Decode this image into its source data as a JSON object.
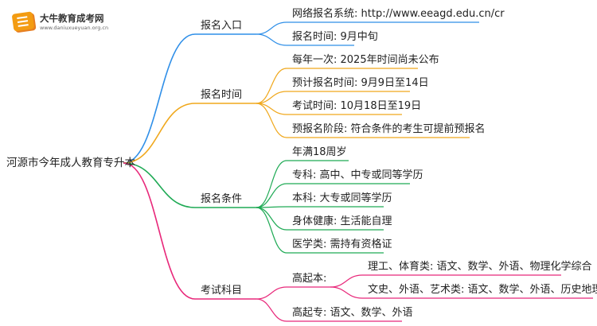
{
  "logo": {
    "name": "大牛教育成考网",
    "url": "www.daniuxueyuan.org.cn"
  },
  "root": "河源市今年成人教育专升本",
  "branches": [
    {
      "label": "报名入口",
      "color": "#2f8fe8",
      "items": [
        {
          "text": "网络报名系统: http://www.eeagd.edu.cn/cr"
        },
        {
          "text": "报名时间: 9月中旬"
        }
      ]
    },
    {
      "label": "报名时间",
      "color": "#f0a81c",
      "items": [
        {
          "text": "每年一次: 2025年时间尚未公布"
        },
        {
          "text": "预计报名时间: 9月9日至14日"
        },
        {
          "text": "考试时间: 10月18日至19日"
        },
        {
          "text": "预报名阶段: 符合条件的考生可提前预报名"
        }
      ]
    },
    {
      "label": "报名条件",
      "color": "#1faa55",
      "items": [
        {
          "text": "年满18周岁"
        },
        {
          "text": "专科: 高中、中专或同等学历"
        },
        {
          "text": "本科: 大专或同等学历"
        },
        {
          "text": "身体健康: 生活能自理"
        },
        {
          "text": "医学类: 需持有资格证"
        }
      ]
    },
    {
      "label": "考试科目",
      "color": "#e8287a",
      "items": [
        {
          "text": "高起本:",
          "children": [
            "理工、体育类: 语文、数学、外语、物理化学综合",
            "文史、外语、艺术类: 语文、数学、外语、历史地理综合"
          ]
        },
        {
          "text": "高起专: 语文、数学、外语"
        }
      ]
    }
  ]
}
